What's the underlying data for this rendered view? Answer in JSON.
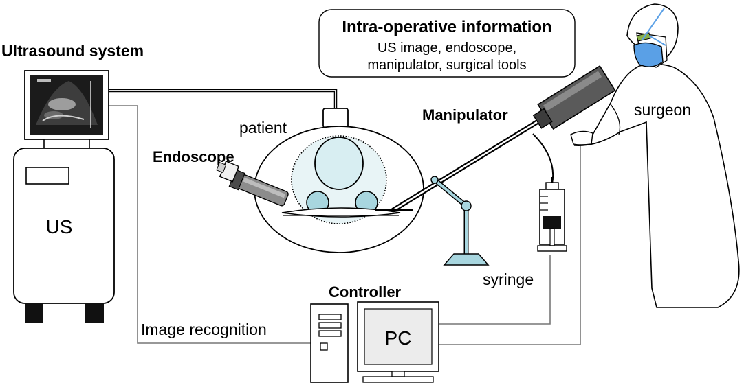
{
  "labels": {
    "info_title": "Intra-operative information",
    "info_line1": "US image, endoscope,",
    "info_line2": "manipulator, surgical tools",
    "ultrasound_system": "Ultrasound system",
    "us": "US",
    "patient": "patient",
    "endoscope": "Endoscope",
    "manipulator": "Manipulator",
    "surgeon": "surgeon",
    "syringe": "syringe",
    "controller": "Controller",
    "pc": "PC",
    "image_recognition": "Image recognition"
  }
}
